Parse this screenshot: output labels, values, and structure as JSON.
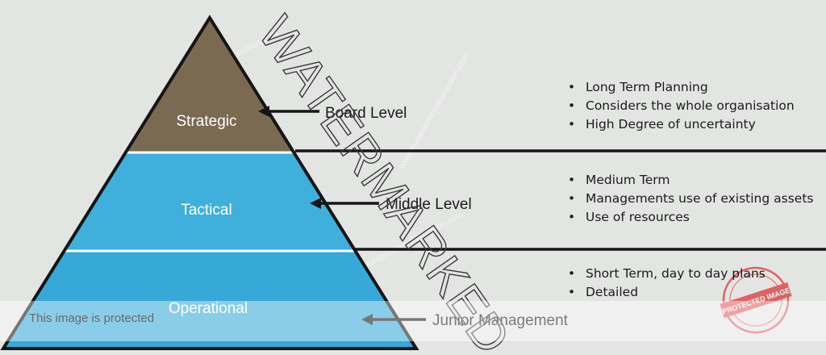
{
  "diagram": {
    "levels": [
      {
        "name": "Strategic",
        "label": "Board Level",
        "bullets": [
          "Long Term Planning",
          "Considers the whole organisation",
          "High Degree of uncertainty"
        ]
      },
      {
        "name": "Tactical",
        "label": "Middle Level",
        "bullets": [
          "Medium Term",
          "Managements use of existing assets",
          "Use of resources"
        ]
      },
      {
        "name": "Operational",
        "label": "Junior Management",
        "bullets": [
          "Short Term, day to day plans",
          "Detailed"
        ]
      }
    ],
    "colors": {
      "strategic": "#7b6a52",
      "tactical": "#3fb0dc",
      "operational": "#36a9d8",
      "outline": "#151515"
    }
  },
  "overlay": {
    "watermark": "WATERMARKED",
    "site_watermark": "www.nursesonlinediscussion.com",
    "protected_text": "This image is protected",
    "stamp_text": "PROTECTED IMAGE"
  }
}
